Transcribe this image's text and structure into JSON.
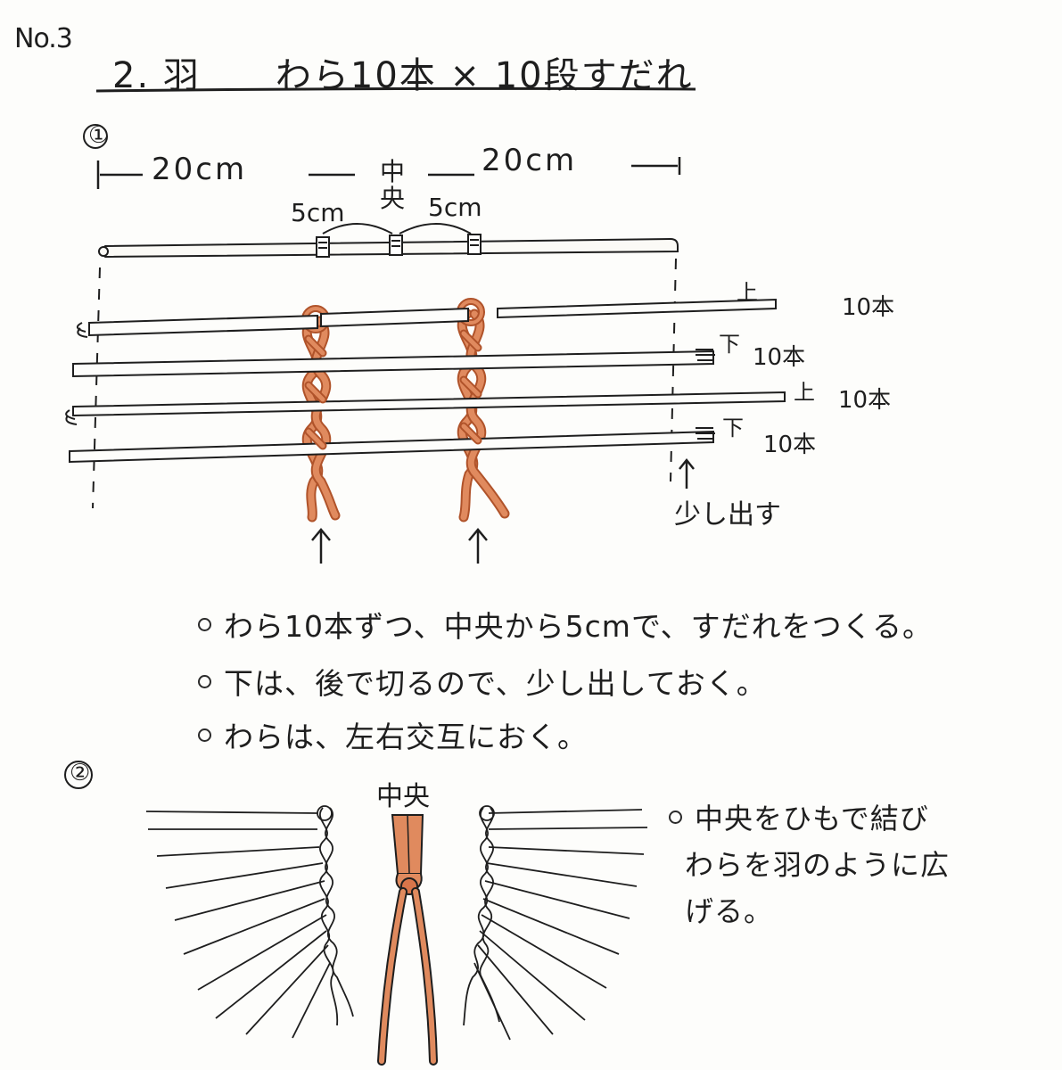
{
  "page_number": "No.3",
  "title": "2. 羽　　わら10本 × 10段すだれ",
  "step1": {
    "marker": "①",
    "left_length": "20cm",
    "right_length": "20cm",
    "center_label": "中央",
    "left_gap": "5cm",
    "right_gap": "5cm",
    "layers": [
      {
        "position": "上",
        "count": "10本"
      },
      {
        "position": "下",
        "count": "10本"
      },
      {
        "position": "上",
        "count": "10本"
      },
      {
        "position": "下",
        "count": "10本"
      }
    ],
    "extend_note": "少し出す",
    "notes": [
      "わら10本ずつ、中央から5cmで、すだれをつくる。",
      "下は、後で切るので、少し出しておく。",
      "わらは、左右交互におく。"
    ]
  },
  "step2": {
    "marker": "②",
    "center_label": "中央",
    "note_lines": [
      "中央をひもで結び",
      "わらを羽のように広",
      "げる。"
    ]
  },
  "colors": {
    "ink": "#1e1e1e",
    "cord": "#e08a5e",
    "cord_dark": "#b0532a",
    "paper": "#fdfdfb"
  }
}
